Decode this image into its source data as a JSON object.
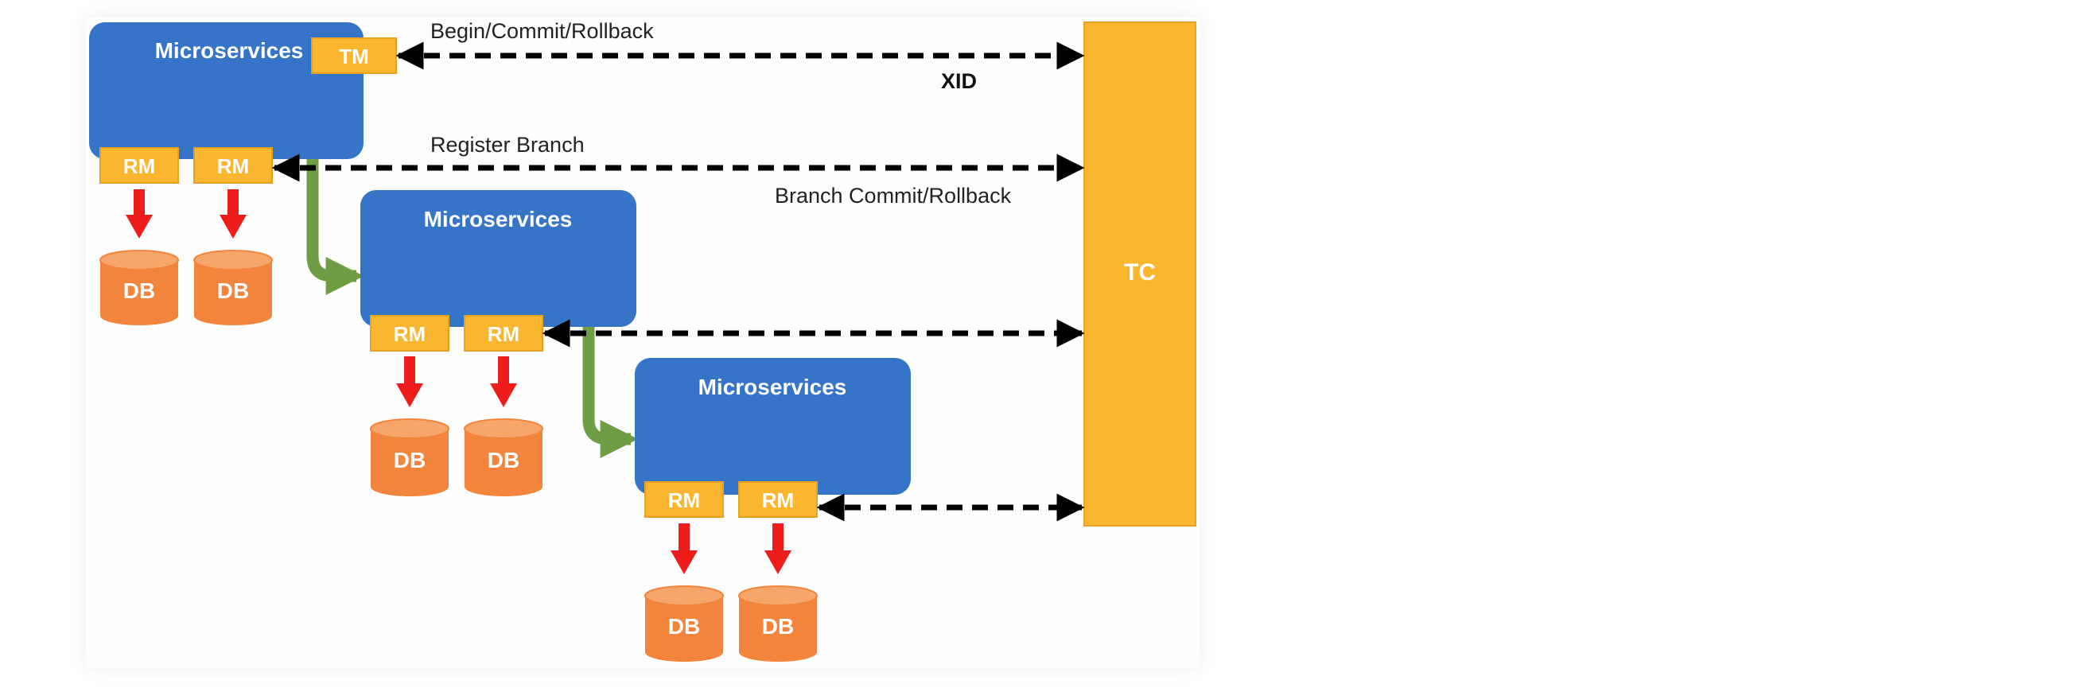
{
  "labels": {
    "microservices": "Microservices",
    "tm": "TM",
    "rm": "RM",
    "db": "DB",
    "tc": "TC",
    "begin_commit_rollback": "Begin/Commit/Rollback",
    "xid": "XID",
    "register_branch": "Register Branch",
    "branch_commit_rollback": "Branch Commit/Rollback"
  },
  "colors": {
    "service_blue": "#3574c7",
    "rm_yellow": "#fbb62f",
    "tc_yellow": "#fbb62f",
    "db_orange": "#f3843b",
    "db_top": "#f7a66b",
    "red_arrow": "#ef1c1c",
    "green_flow": "#6e9d43",
    "dashed": "#000000"
  }
}
